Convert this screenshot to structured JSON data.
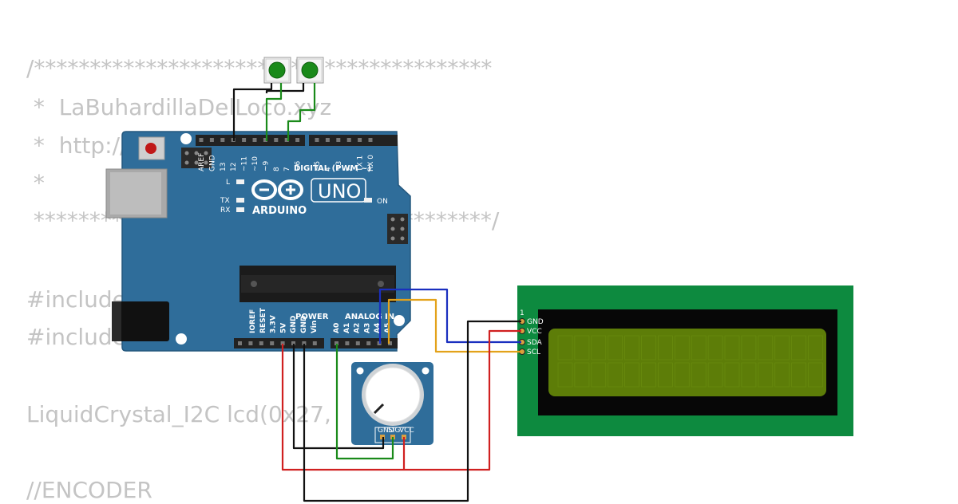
{
  "code": {
    "lines": [
      "/*****************************************",
      " *  LaBuhardillaDelLoco.xyz",
      " *  http://",
      " *",
      " *****************************************/",
      "",
      "#include",
      "#include",
      "",
      "LiquidCrystal_I2C lcd(0x27,",
      "",
      "//ENCODER"
    ]
  },
  "arduino": {
    "brand": "ARDUINO",
    "model": "UNO",
    "digital_label": "DIGITAL (PWM ~)",
    "power_label": "POWER",
    "analog_label": "ANALOG IN",
    "led_l": "L",
    "led_tx": "TX",
    "led_rx": "RX",
    "led_on": "ON",
    "digital_pins": [
      "AREF",
      "GND",
      "13",
      "12",
      "~11",
      "~10",
      "~9",
      "8",
      "7",
      "~6",
      "~5",
      "4",
      "~3",
      "2",
      "TX 1",
      "RX 0"
    ],
    "power_pins": [
      "IOREF",
      "RESET",
      "3.3V",
      "5V",
      "GND",
      "GND",
      "Vin"
    ],
    "analog_pins": [
      "A0",
      "A1",
      "A2",
      "A3",
      "A4",
      "A5"
    ]
  },
  "lcd": {
    "pin_number": "1",
    "pins": [
      "GND",
      "VCC",
      "SDA",
      "SCL"
    ]
  },
  "pot": {
    "pins": [
      "GND",
      "SIG",
      "VCC"
    ]
  },
  "colors": {
    "board": "#2f6d9a",
    "lcd_pcb": "#0d8a3f",
    "lcd_screen": "#5d7d08",
    "wire_red": "#d02020",
    "wire_black": "#111111",
    "wire_green": "#1a8a1a",
    "wire_blue": "#1a2fbf",
    "wire_orange": "#e3a21a"
  }
}
